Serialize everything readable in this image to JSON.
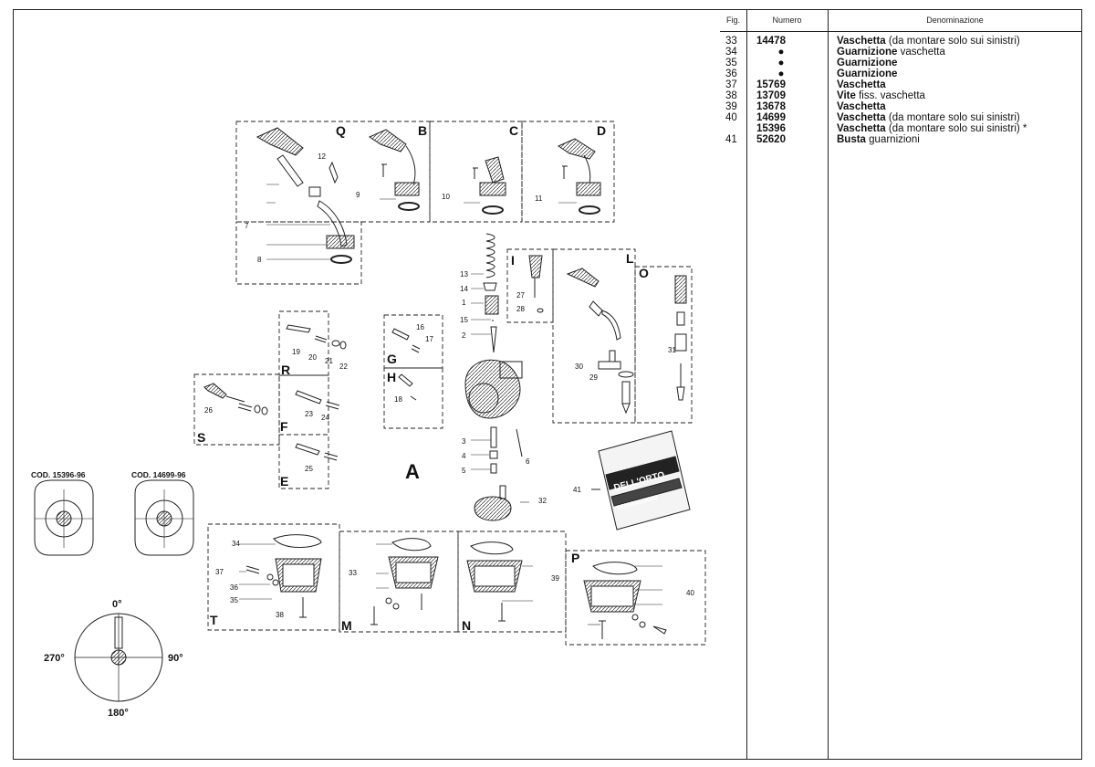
{
  "table": {
    "headers": {
      "fig": "Fig.",
      "numero": "Numero",
      "denominazione": "Denominazione"
    },
    "rows": [
      {
        "fig": "33",
        "numero": "14478",
        "name": "Vaschetta",
        "note": "(da montare solo sui sinistri)"
      },
      {
        "fig": "34",
        "numero": "●",
        "name": "Guarnizione",
        "note": "vaschetta"
      },
      {
        "fig": "35",
        "numero": "●",
        "name": "Guarnizione",
        "note": ""
      },
      {
        "fig": "36",
        "numero": "●",
        "name": "Guarnizione",
        "note": ""
      },
      {
        "fig": "37",
        "numero": "15769",
        "name": "Vaschetta",
        "note": ""
      },
      {
        "fig": "38",
        "numero": "13709",
        "name": "Vite",
        "note": "fiss. vaschetta"
      },
      {
        "fig": "39",
        "numero": "13678",
        "name": "Vaschetta",
        "note": ""
      },
      {
        "fig": "40",
        "numero": "14699",
        "name": "Vaschetta",
        "note": "(da montare solo sui sinistri)"
      },
      {
        "fig": "",
        "numero": "15396",
        "name": "Vaschetta",
        "note": "(da montare solo sui sinistri) *"
      },
      {
        "fig": "41",
        "numero": "52620",
        "name": "Busta",
        "note": "guarnizioni"
      }
    ]
  },
  "diagram": {
    "group_letters": [
      "Q",
      "B",
      "C",
      "D",
      "I",
      "L",
      "O",
      "R",
      "G",
      "H",
      "S",
      "F",
      "E",
      "A",
      "T",
      "M",
      "N",
      "P"
    ],
    "cod_labels": [
      "COD. 15396-96",
      "COD. 14699-96"
    ],
    "angles": {
      "top": "0°",
      "left": "270°",
      "right": "90°",
      "bottom": "180°"
    },
    "bag": {
      "brand": "DELL'ORTO",
      "text": "GUARNIZIONI"
    },
    "callouts": [
      "1",
      "2",
      "3",
      "4",
      "5",
      "6",
      "7",
      "8",
      "9",
      "10",
      "11",
      "12",
      "13",
      "14",
      "15",
      "16",
      "17",
      "18",
      "19",
      "20",
      "21",
      "22",
      "23",
      "24",
      "25",
      "26",
      "27",
      "28",
      "29",
      "30",
      "31",
      "32",
      "33",
      "34",
      "35",
      "36",
      "37",
      "38",
      "39",
      "40",
      "41"
    ]
  }
}
